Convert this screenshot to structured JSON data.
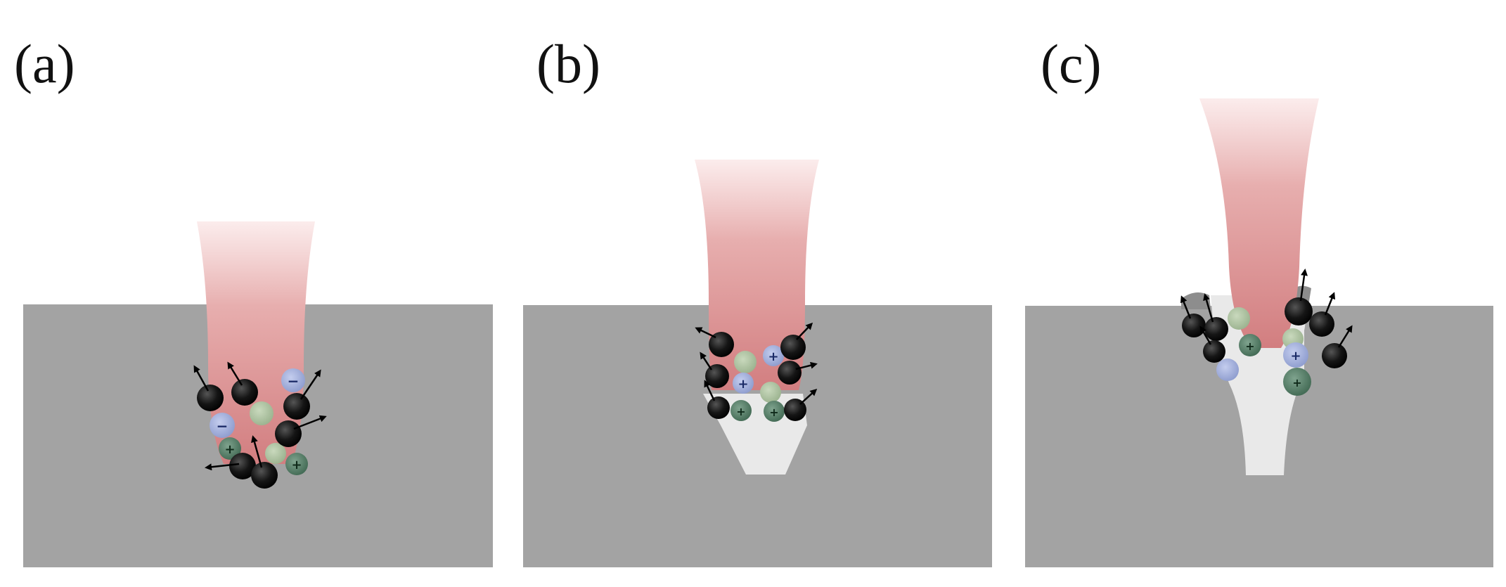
{
  "panels": [
    {
      "label": "(a)"
    },
    {
      "label": "(b)"
    },
    {
      "label": "(c)"
    }
  ],
  "colors": {
    "material": "#a3a3a3",
    "cavity": "#e9e9e9",
    "beam_top": "#f8e3e3",
    "beam_bottom": "#d98a8a",
    "electron": "#111111",
    "positive_ion": "#4f7a63",
    "negative_ion": "#97a6d4",
    "neutral": "#a9bfa0",
    "arrow": "#000000"
  }
}
